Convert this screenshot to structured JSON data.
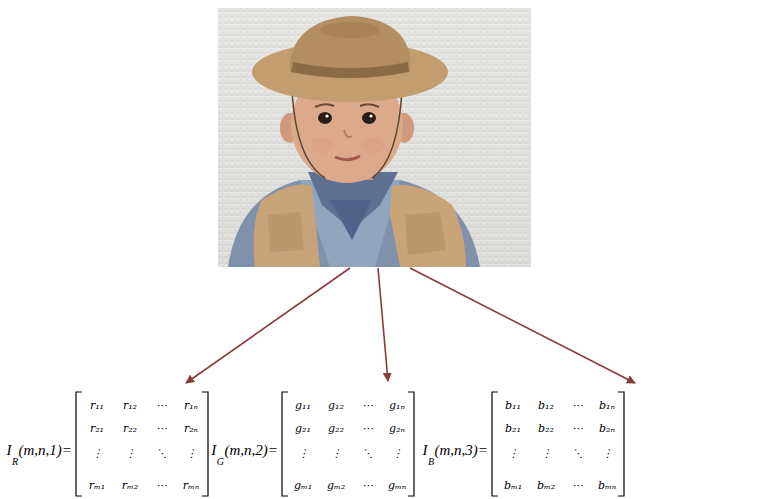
{
  "diagram": {
    "labels": [
      "I",
      "R",
      "(m,n,1)=",
      "r₁₁",
      "r₁₂",
      "⋯",
      "r₁ₙ",
      "r₂₁",
      "r₂₂",
      "⋯",
      "r₂ₙ",
      "⋮",
      "⋮",
      "⋱",
      "⋮",
      "rₘ₁",
      "rₘ₂",
      "⋯",
      "rₘₙ",
      "I",
      "G",
      "(m,n,2)=",
      "g₁₁",
      "g₁₂",
      "⋯",
      "g₁ₙ",
      "g₂₁",
      "g₂₂",
      "⋯",
      "g₂ₙ",
      "⋮",
      "⋮",
      "⋱",
      "⋮",
      "gₘ₁",
      "gₘ₂",
      "⋯",
      "gₘₙ",
      "I",
      "B",
      "(m,n,3)=",
      "b₁₁",
      "b₁₂",
      "⋯",
      "b₁ₙ",
      "b₂₁",
      "b₂₂",
      "⋯",
      "b₂ₙ",
      "⋮",
      "⋮",
      "⋱",
      "⋮",
      "bₘ₁",
      "bₘ₂",
      "⋯",
      "bₘₙ"
    ]
  }
}
